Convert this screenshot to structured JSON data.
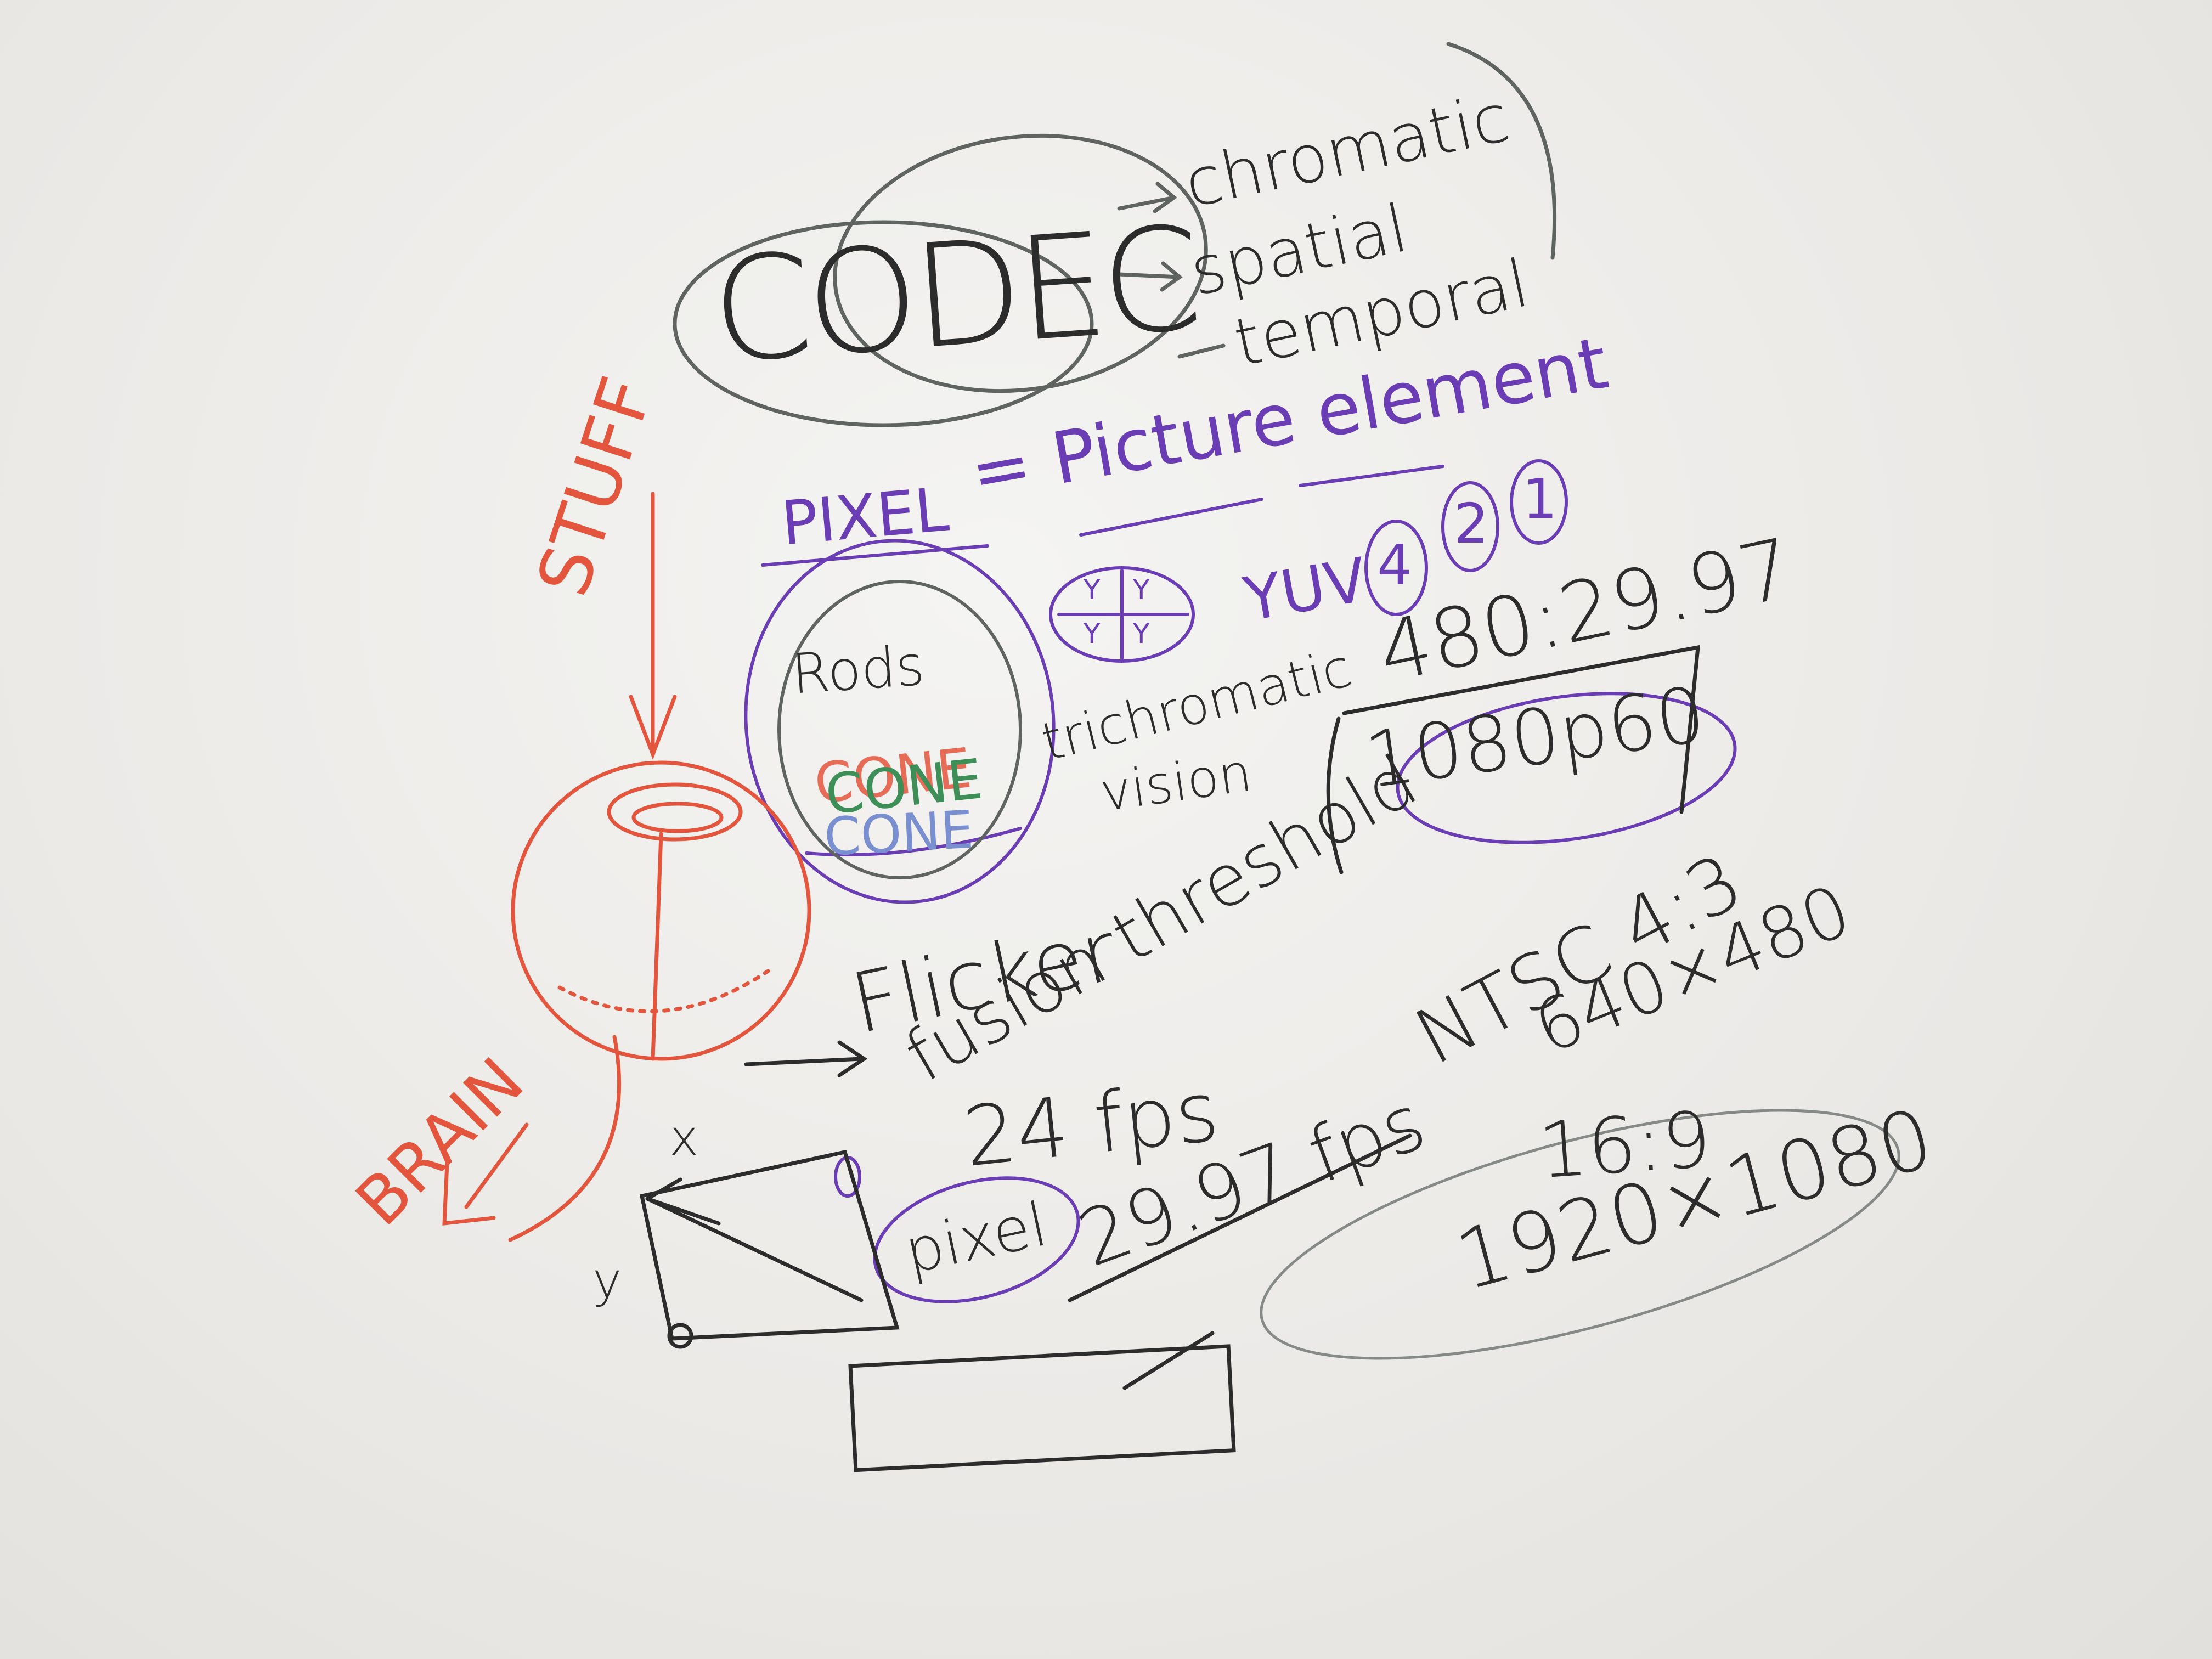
{
  "whiteboard": {
    "codec": "CODEC",
    "chromatic": "chromatic",
    "spatial": "spatial",
    "temporal": "temporal",
    "pixel": "PIXEL",
    "picture_element": "= Picture element",
    "stuff": "STUFF",
    "brain": "BRAIN",
    "rods": "Rods",
    "cone_red": "CONE",
    "cone_green": "CONE",
    "cone_blue": "CONE",
    "yuv": "YUV",
    "ratio_4": "4",
    "ratio_2": "2",
    "ratio_1": "1",
    "yuv_cells": [
      "Y",
      "Y",
      "Y",
      "Y"
    ],
    "trichromatic": "trichromatic",
    "vision": "vision",
    "res_480": "480:29.97",
    "res_1080p60": "1080p60",
    "flicker": "Flicker",
    "fusion_threshold": "fusion threshold",
    "fps_24": "24 fps",
    "fps_2997": "29.97 fps",
    "ntsc": "NTSC 4:3",
    "res_640": "640×480",
    "aspect_169": "16:9",
    "res_1920": "1920×1080",
    "axis_x": "x",
    "axis_y": "y",
    "pixel_small": "pixel"
  },
  "colors": {
    "black_marker": "#2c2c2c",
    "purple_marker": "#6a3db5",
    "red_marker": "#e4553d",
    "green_marker": "#3e8f57",
    "blue_marker": "#7a8fd0",
    "board": "#efeeeb"
  }
}
